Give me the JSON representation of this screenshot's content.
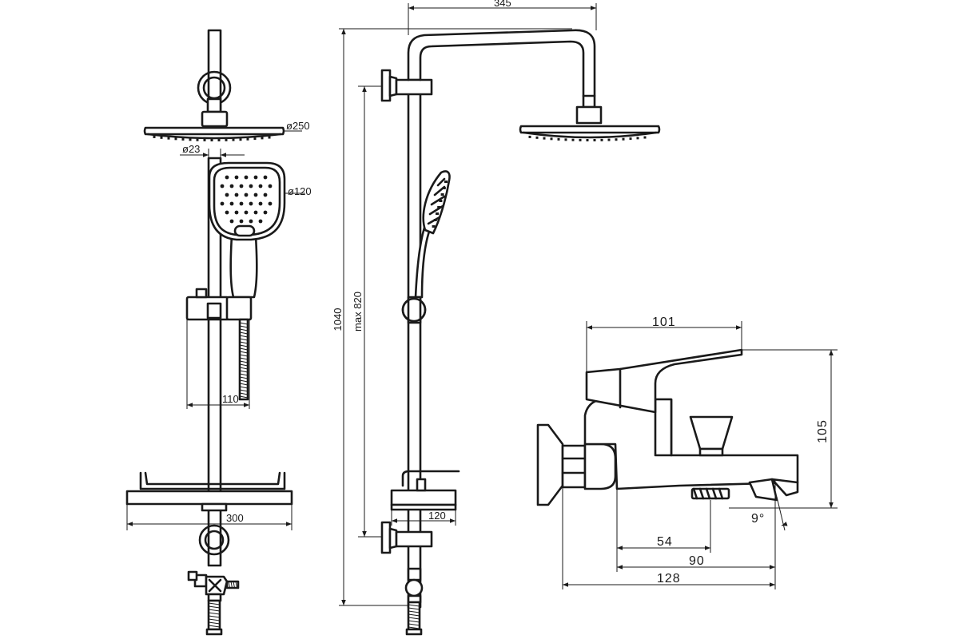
{
  "dimensions": {
    "front_head_diameter": "ø250",
    "front_pipe_diameter": "ø23",
    "front_hand_diameter": "ø120",
    "front_holder_width": "110",
    "front_shelf_width": "300",
    "side_arm_length": "345",
    "side_total_height": "1040",
    "side_max_height": "max 820",
    "side_spout": "120",
    "mixer_lever": "101",
    "mixer_height": "105",
    "mixer_angle": "9°",
    "mixer_d54": "54",
    "mixer_d90": "90",
    "mixer_d128": "128"
  }
}
